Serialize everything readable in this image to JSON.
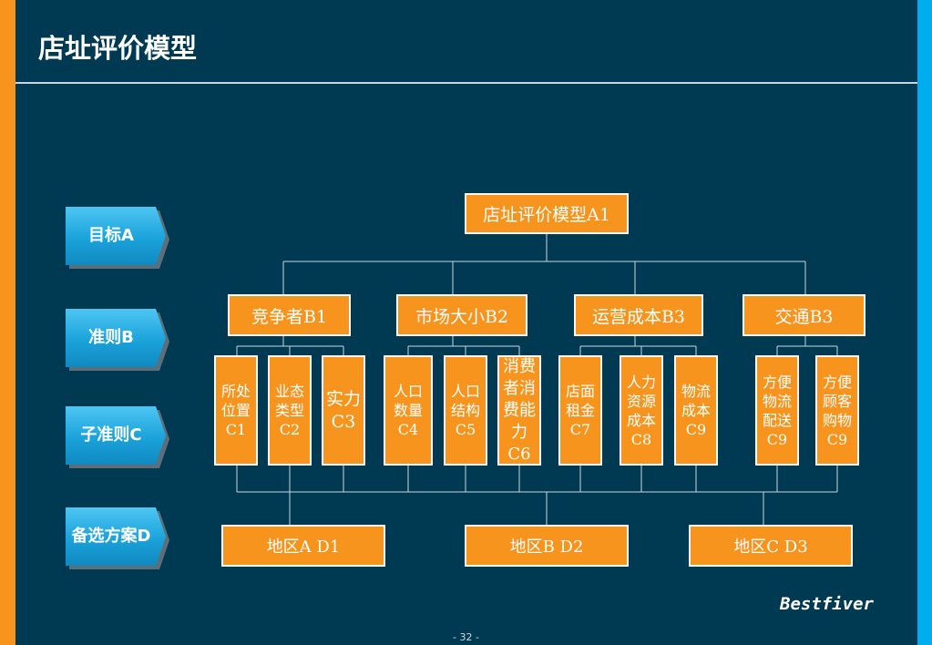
{
  "title": "店址评价模型",
  "levels": {
    "a": "目标A",
    "b": "准则B",
    "c": "子准则C",
    "d": "备选方案D"
  },
  "goal": "店址评价模型A1",
  "criteria": [
    "竞争者B1",
    "市场大小B2",
    "运营成本B3",
    "交通B3"
  ],
  "sub_criteria": [
    "所处\n位置\nC1",
    "业态\n类型\nC2",
    "实力\nC3",
    "人口\n数量\nC4",
    "人口\n结构\nC5",
    "消费\n者消\n费能\n力C6",
    "店面\n租金\nC7",
    "人力\n资源\n成本\nC8",
    "物流\n成本\nC9",
    "方便\n物流\n配送\nC9",
    "方便\n顾客\n购物\nC9"
  ],
  "alternatives": [
    "地区A D1",
    "地区B D2",
    "地区C D3"
  ],
  "brand": "Bestfiver",
  "page_number": "- 32 -",
  "colors": {
    "background": "#003A52",
    "box": "#F7941D",
    "left_stripe": "#F7941D",
    "right_stripe": "#00AEEF"
  }
}
